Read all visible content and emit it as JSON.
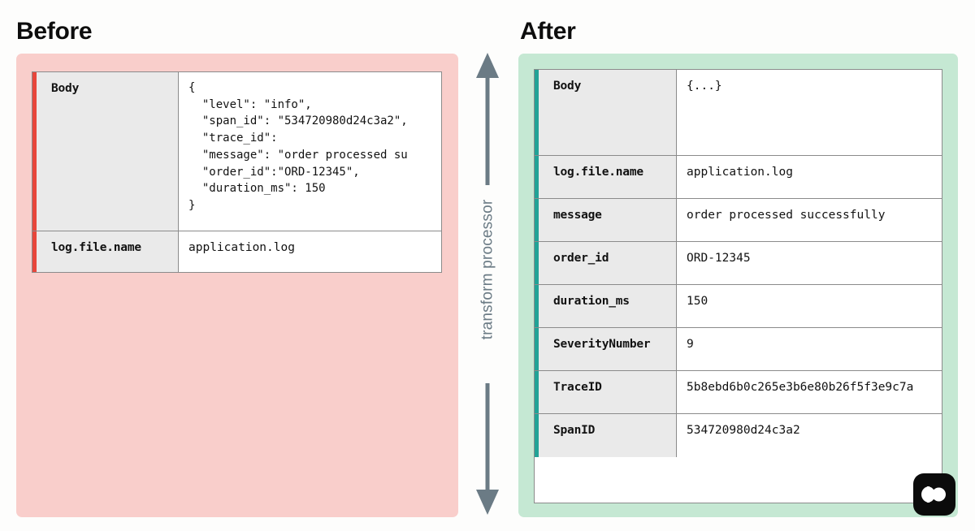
{
  "page": {
    "background": "#fdfdfc"
  },
  "colors": {
    "before_panel": "#f9cecb",
    "after_panel": "#c5e8d3",
    "before_accent": "#e8463b",
    "after_accent": "#21a396",
    "key_cell": "#eaeaea",
    "border": "#8b8b8b",
    "arrow": "#6b7b85",
    "heading": "#0d0d0d",
    "logo": "#0b0b0b"
  },
  "before": {
    "heading": "Before",
    "rows": [
      {
        "key": "Body",
        "value": "{\n  \"level\": \"info\",\n  \"span_id\": \"534720980d24c3a2\",\n  \"trace_id\":\n  \"message\": \"order processed su\n  \"order_id\":\"ORD-12345\",\n  \"duration_ms\": 150\n}"
      },
      {
        "key": "log.file.name",
        "value": "application.log"
      }
    ]
  },
  "after": {
    "heading": "After",
    "rows": [
      {
        "key": "Body",
        "value": "{...}"
      },
      {
        "key": "log.file.name",
        "value": "application.log"
      },
      {
        "key": "message",
        "value": "order processed successfully"
      },
      {
        "key": "order_id",
        "value": "ORD-12345"
      },
      {
        "key": "duration_ms",
        "value": "150"
      },
      {
        "key": "SeverityNumber",
        "value": "9"
      },
      {
        "key": "TraceID",
        "value": "5b8ebd6b0c265e3b6e80b26f5f3e9c7a"
      },
      {
        "key": "SpanID",
        "value": "534720980d24c3a2"
      }
    ]
  },
  "connector": {
    "label": "transform processor",
    "icon": "double-headed-vertical-arrow-icon"
  },
  "logo": {
    "icon": "brand-logo-icon"
  }
}
